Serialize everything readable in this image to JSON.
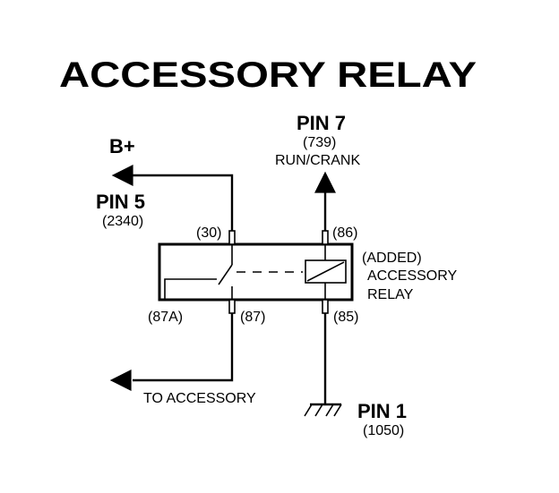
{
  "title": "ACCESSORY RELAY",
  "colors": {
    "line": "#000000",
    "background": "#ffffff"
  },
  "b_plus": "B+",
  "pin5": {
    "name": "PIN 5",
    "circuit": "(2340)"
  },
  "pin7": {
    "name": "PIN 7",
    "circuit": "(739)",
    "desc": "RUN/CRANK"
  },
  "pin1": {
    "name": "PIN 1",
    "circuit": "(1050)"
  },
  "relay": {
    "terminals": {
      "t30": "(30)",
      "t86": "(86)",
      "t87a": "(87A)",
      "t87": "(87)",
      "t85": "(85)"
    },
    "label_lines": [
      "(ADDED)",
      "ACCESSORY",
      "RELAY"
    ]
  },
  "to_accessory": "TO ACCESSORY",
  "icons": {
    "arrow": "triangle-arrow-icon",
    "ground": "ground-icon"
  }
}
